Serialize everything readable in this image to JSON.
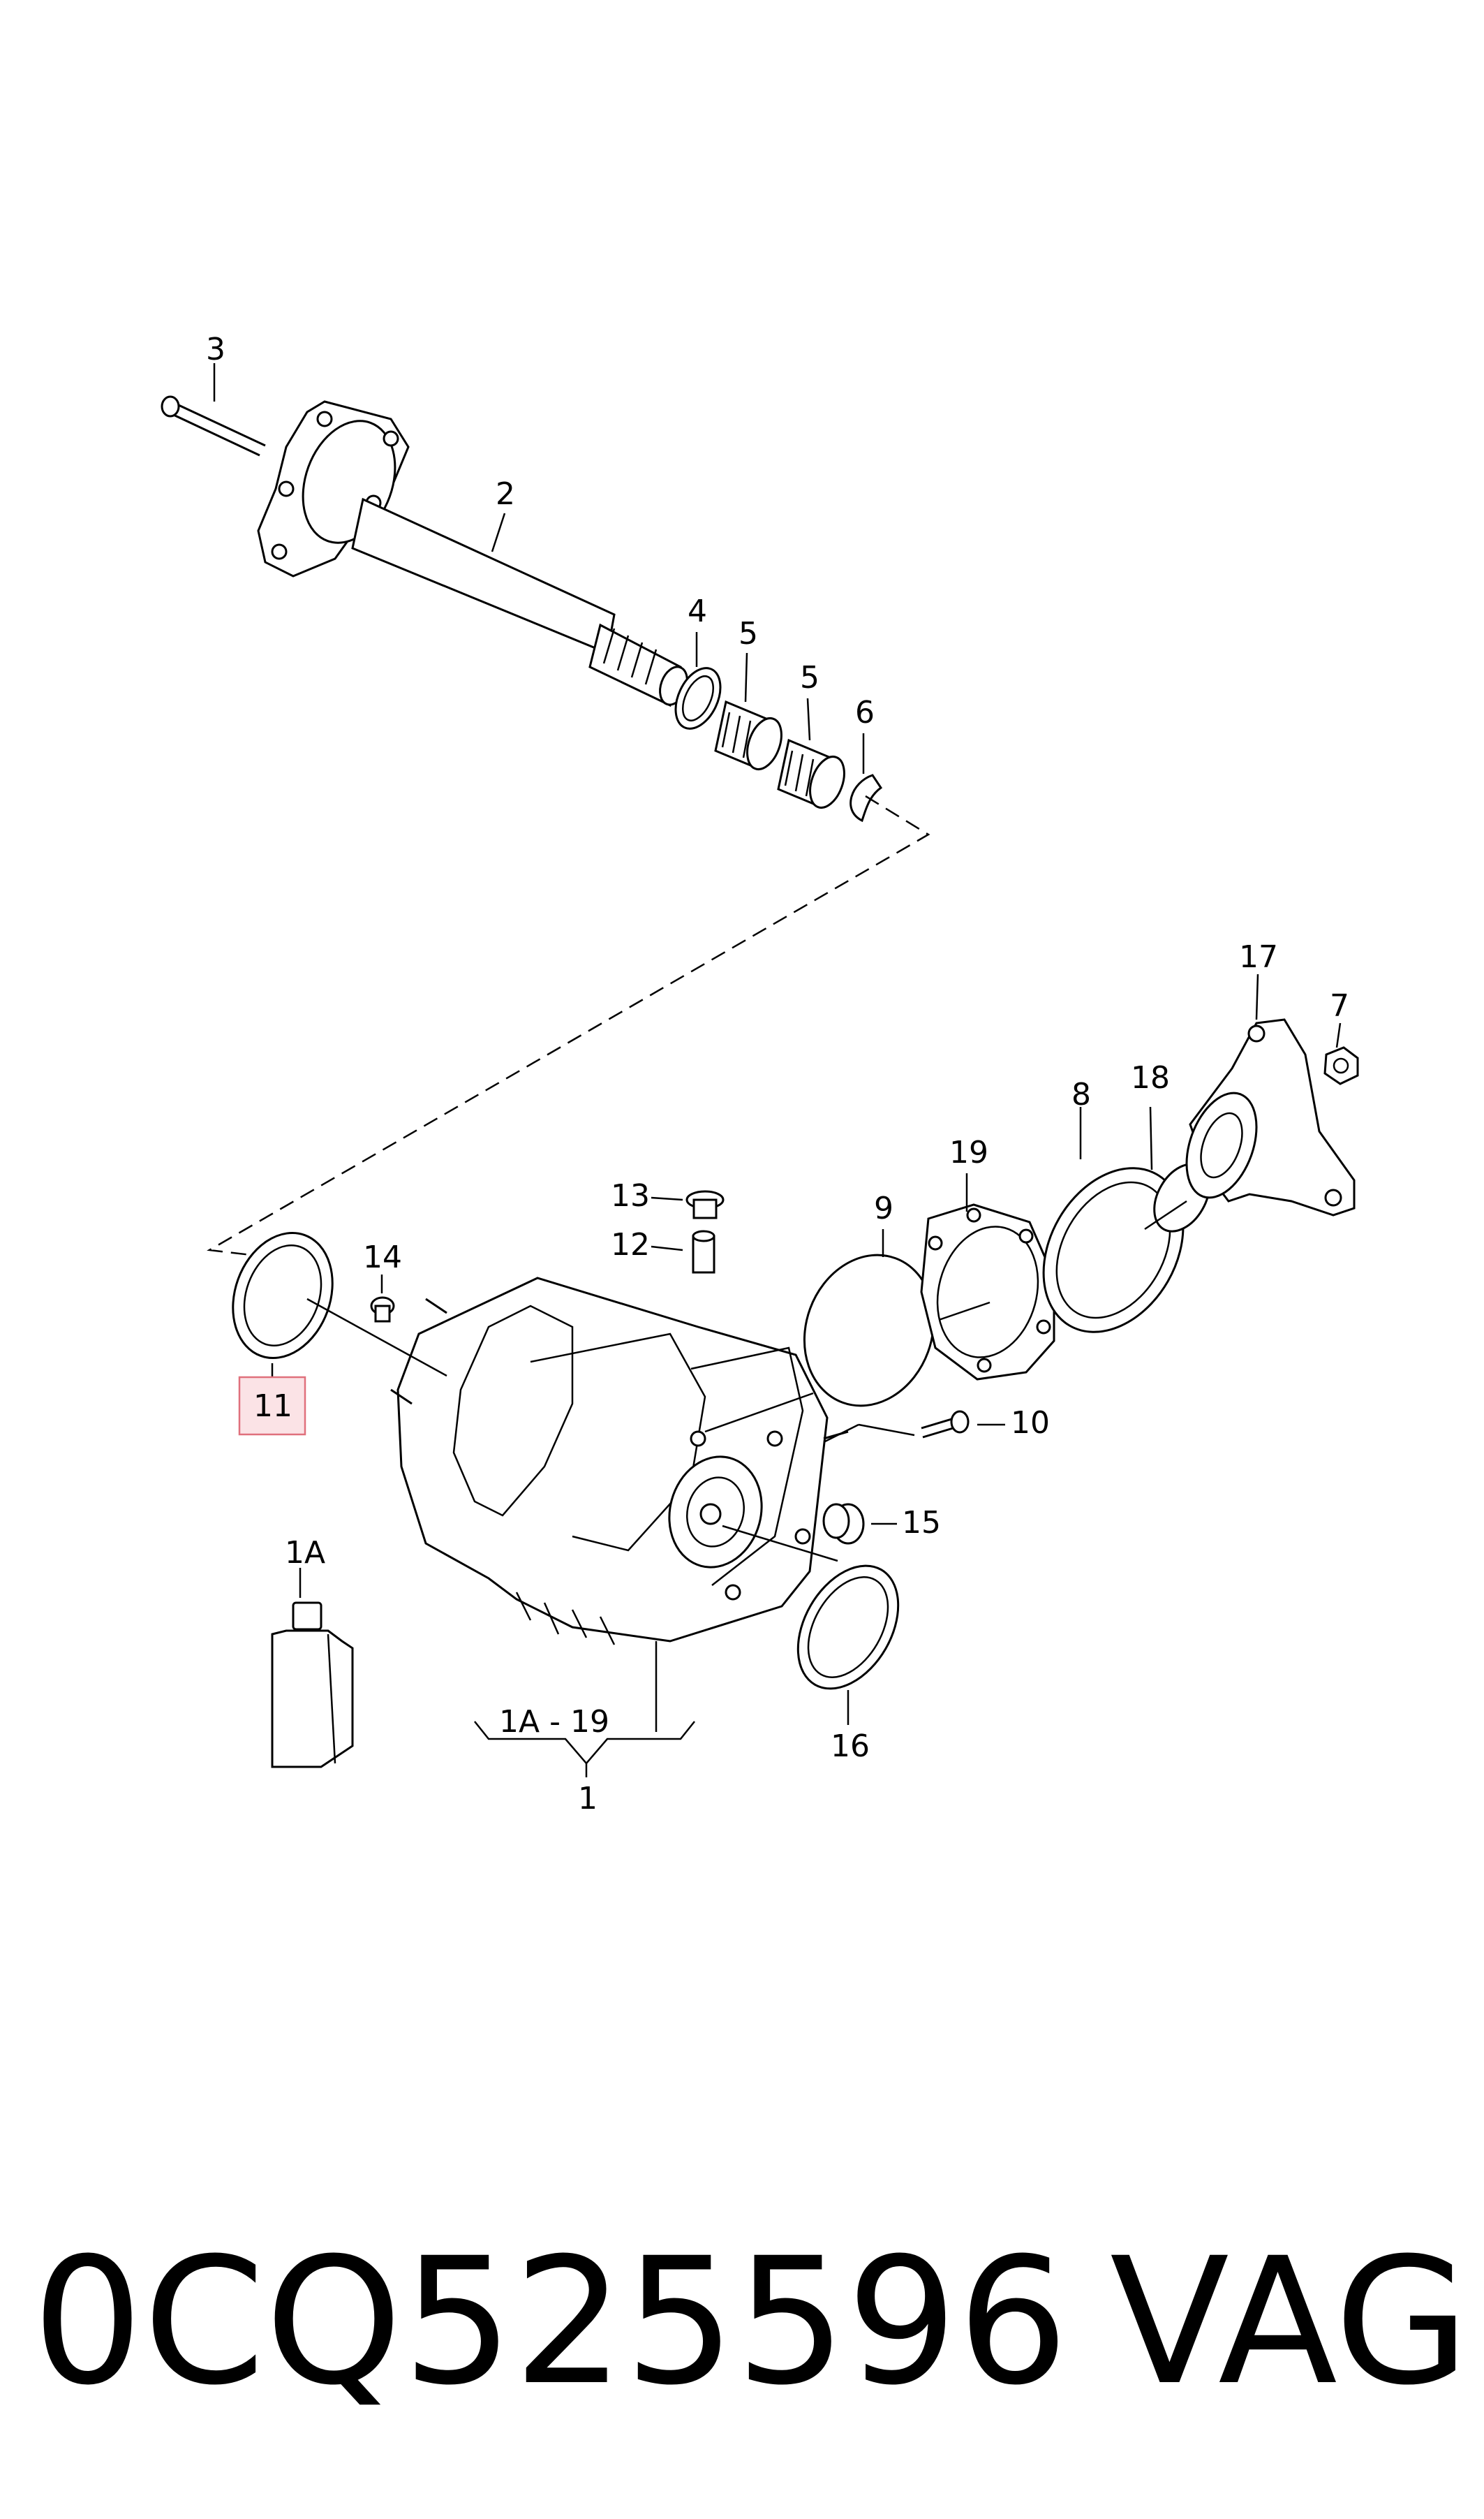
{
  "callouts": {
    "c1": "1",
    "c1a": "1A",
    "c1a19": "1A - 19",
    "c2": "2",
    "c3": "3",
    "c4": "4",
    "c5a": "5",
    "c5b": "5",
    "c6": "6",
    "c7": "7",
    "c8": "8",
    "c9": "9",
    "c10": "10",
    "c11": "11",
    "c12": "12",
    "c13": "13",
    "c14": "14",
    "c15": "15",
    "c16": "16",
    "c17": "17",
    "c18": "18",
    "c19": "19"
  },
  "highlight_color": "#fbe3e6",
  "footer": {
    "part_number": "0CQ525596",
    "brand": "VAG"
  }
}
